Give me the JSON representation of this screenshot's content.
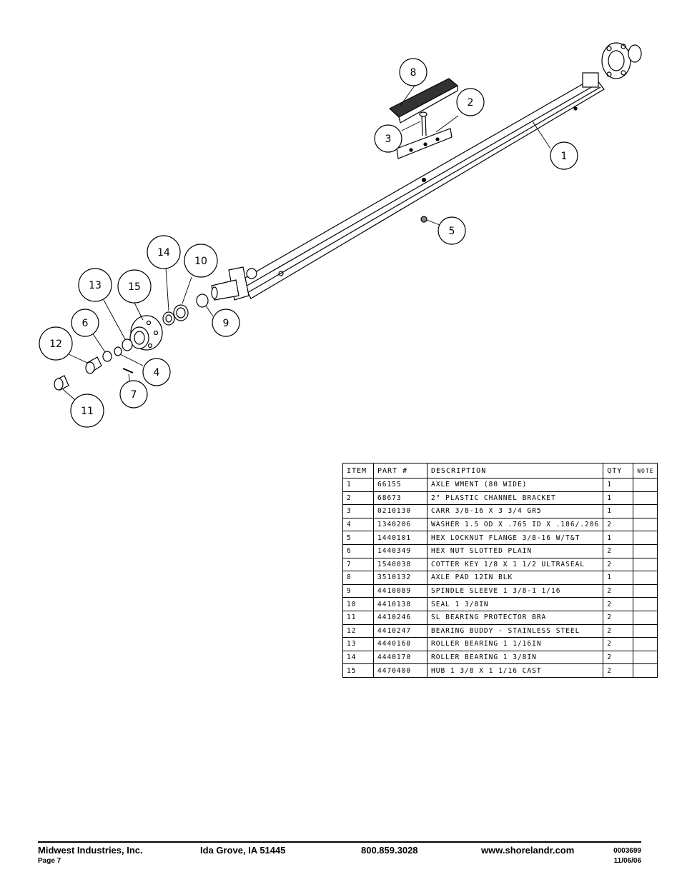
{
  "callouts": [
    "1",
    "2",
    "3",
    "4",
    "5",
    "6",
    "7",
    "8",
    "9",
    "10",
    "11",
    "12",
    "13",
    "14",
    "15"
  ],
  "table": {
    "headers": [
      "ITEM",
      "PART #",
      "DESCRIPTION",
      "QTY",
      "NOTE"
    ],
    "rows": [
      {
        "item": "1",
        "part": "66155",
        "desc": "AXLE WMENT (80 WIDE)",
        "qty": "1",
        "note": ""
      },
      {
        "item": "2",
        "part": "68673",
        "desc": "2\" PLASTIC CHANNEL BRACKET",
        "qty": "1",
        "note": ""
      },
      {
        "item": "3",
        "part": "0210130",
        "desc": "CARR 3/8-16 X 3 3/4 GR5",
        "qty": "1",
        "note": ""
      },
      {
        "item": "4",
        "part": "1340206",
        "desc": "WASHER 1.5 OD X .765 ID X .186/.206",
        "qty": "2",
        "note": ""
      },
      {
        "item": "5",
        "part": "1440101",
        "desc": "HEX LOCKNUT FLANGE 3/8-16 W/T&T",
        "qty": "1",
        "note": ""
      },
      {
        "item": "6",
        "part": "1440349",
        "desc": "HEX NUT SLOTTED PLAIN",
        "qty": "2",
        "note": ""
      },
      {
        "item": "7",
        "part": "1540038",
        "desc": "COTTER KEY 1/8 X 1 1/2 ULTRASEAL",
        "qty": "2",
        "note": ""
      },
      {
        "item": "8",
        "part": "3510132",
        "desc": "AXLE PAD 12IN  BLK",
        "qty": "1",
        "note": ""
      },
      {
        "item": "9",
        "part": "4410089",
        "desc": "SPINDLE SLEEVE  1 3/8-1 1/16",
        "qty": "2",
        "note": ""
      },
      {
        "item": "10",
        "part": "4410130",
        "desc": "SEAL  1 3/8IN",
        "qty": "2",
        "note": ""
      },
      {
        "item": "11",
        "part": "4410246",
        "desc": "SL BEARING PROTECTOR BRA",
        "qty": "2",
        "note": ""
      },
      {
        "item": "12",
        "part": "4410247",
        "desc": "BEARING BUDDY - STAINLESS STEEL",
        "qty": "2",
        "note": ""
      },
      {
        "item": "13",
        "part": "4440160",
        "desc": "ROLLER BEARING   1 1/16IN",
        "qty": "2",
        "note": ""
      },
      {
        "item": "14",
        "part": "4440170",
        "desc": "ROLLER BEARING   1 3/8IN",
        "qty": "2",
        "note": ""
      },
      {
        "item": "15",
        "part": "4470400",
        "desc": "HUB   1 3/8 X 1 1/16 CAST",
        "qty": "2",
        "note": ""
      }
    ]
  },
  "footer": {
    "company": "Midwest Industries, Inc.",
    "page": "Page 7",
    "city": "Ida Grove, IA  51445",
    "phone": "800.859.3028",
    "website": "www.shorelandr.com",
    "doc_number": "0003699",
    "date": "11/06/06"
  }
}
